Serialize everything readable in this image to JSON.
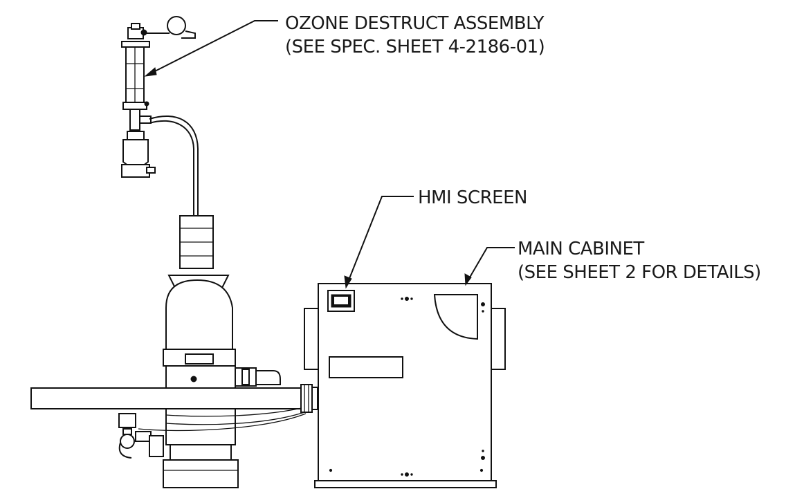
{
  "callouts": {
    "ozone_line1": "OZONE DESTRUCT ASSEMBLY",
    "ozone_line2": "(SEE SPEC. SHEET 4-2186-01)",
    "hmi": "HMI SCREEN",
    "cabinet_line1": "MAIN CABINET",
    "cabinet_line2": "(SEE SHEET 2 FOR DETAILS)"
  },
  "colors": {
    "line": "#111111",
    "background": "#ffffff"
  }
}
